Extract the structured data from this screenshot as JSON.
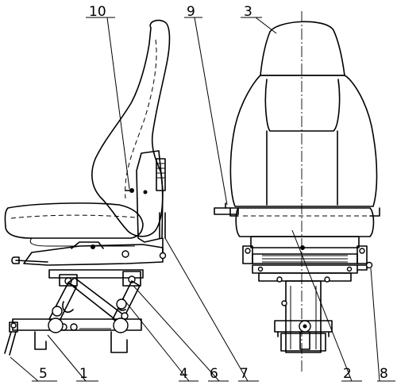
{
  "figure": {
    "callouts": [
      {
        "id": "c10",
        "label": "10"
      },
      {
        "id": "c9",
        "label": "9"
      },
      {
        "id": "c3",
        "label": "3"
      },
      {
        "id": "c5",
        "label": "5"
      },
      {
        "id": "c1",
        "label": "1"
      },
      {
        "id": "c4",
        "label": "4"
      },
      {
        "id": "c6",
        "label": "6"
      },
      {
        "id": "c7",
        "label": "7"
      },
      {
        "id": "c2",
        "label": "2"
      },
      {
        "id": "c8",
        "label": "8"
      }
    ]
  }
}
